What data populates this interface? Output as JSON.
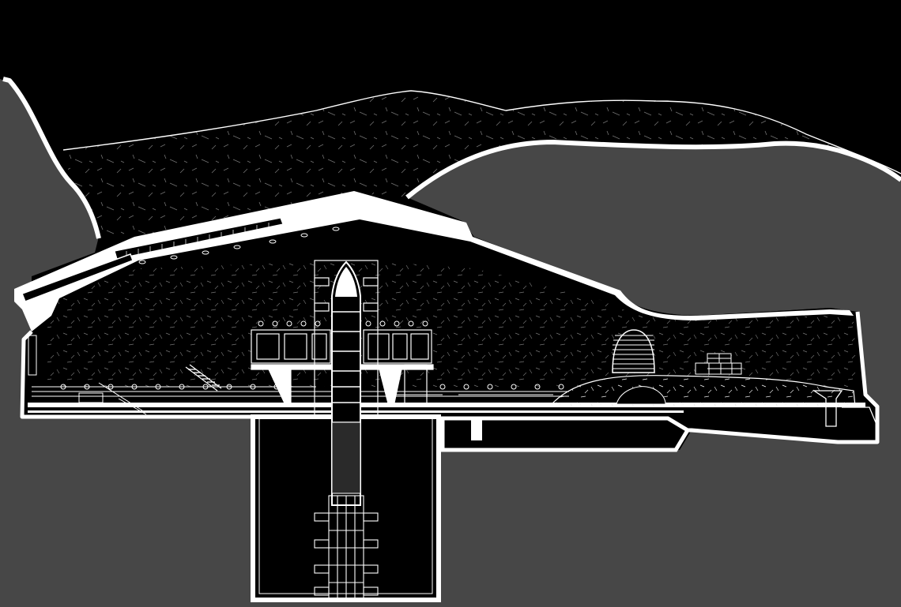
{
  "drawing": {
    "kind": "architectural-section",
    "colors": {
      "sky": "#000000",
      "earth": "#474747",
      "line": "#ffffff",
      "interior": "#000000"
    },
    "icons": [
      "mountain-ridge",
      "rocket",
      "launch-tower",
      "dome-structure",
      "container-stack"
    ]
  }
}
